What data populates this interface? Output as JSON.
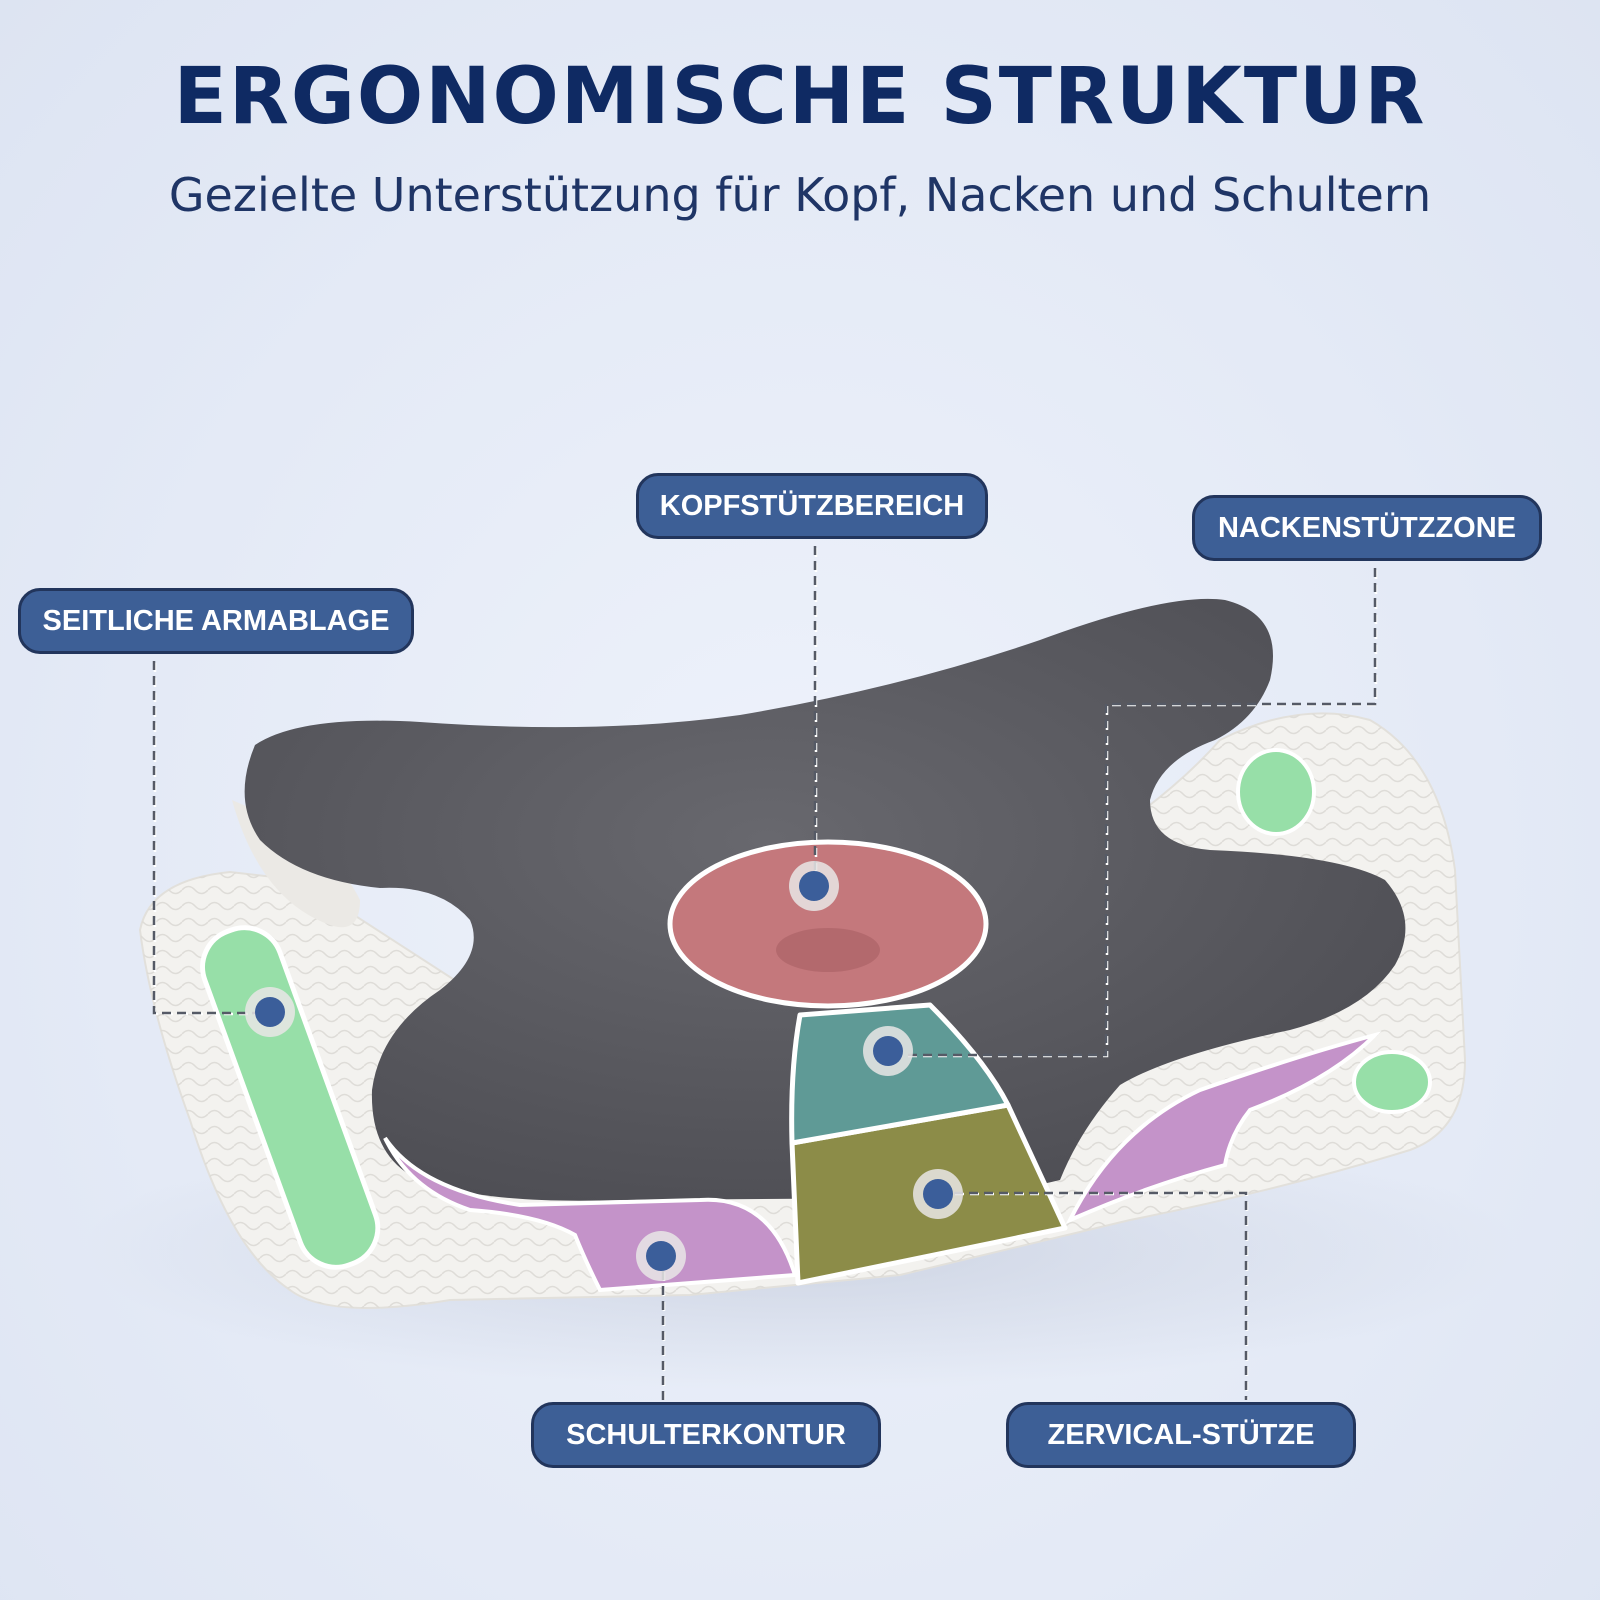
{
  "header": {
    "title": "ERGONOMISCHE STRUKTUR",
    "subtitle": "Gezielte Unterstützung für Kopf, Nacken und Schultern"
  },
  "callouts": {
    "kopf": "KOPFSTÜTZBEREICH",
    "nacken": "NACKENSTÜTZZONE",
    "arm": "SEITLICHE ARMABLAGE",
    "schulter": "SCHULTERKONTUR",
    "zervikal": "ZERVICAL-STÜTZE"
  },
  "colors": {
    "title": "#0f2a63",
    "pill": "#3d5f96",
    "pill_border": "#22355c",
    "marker": "#3b5e9a",
    "pillow_top": "#5b5b61",
    "pillow_base": "#f4f3f1",
    "zone_head": "#c4787c",
    "zone_neck": "#5f9a96",
    "zone_cervical": "#8c8c48",
    "zone_shoulder": "#c493c9",
    "zone_arm": "#97dfa8"
  }
}
